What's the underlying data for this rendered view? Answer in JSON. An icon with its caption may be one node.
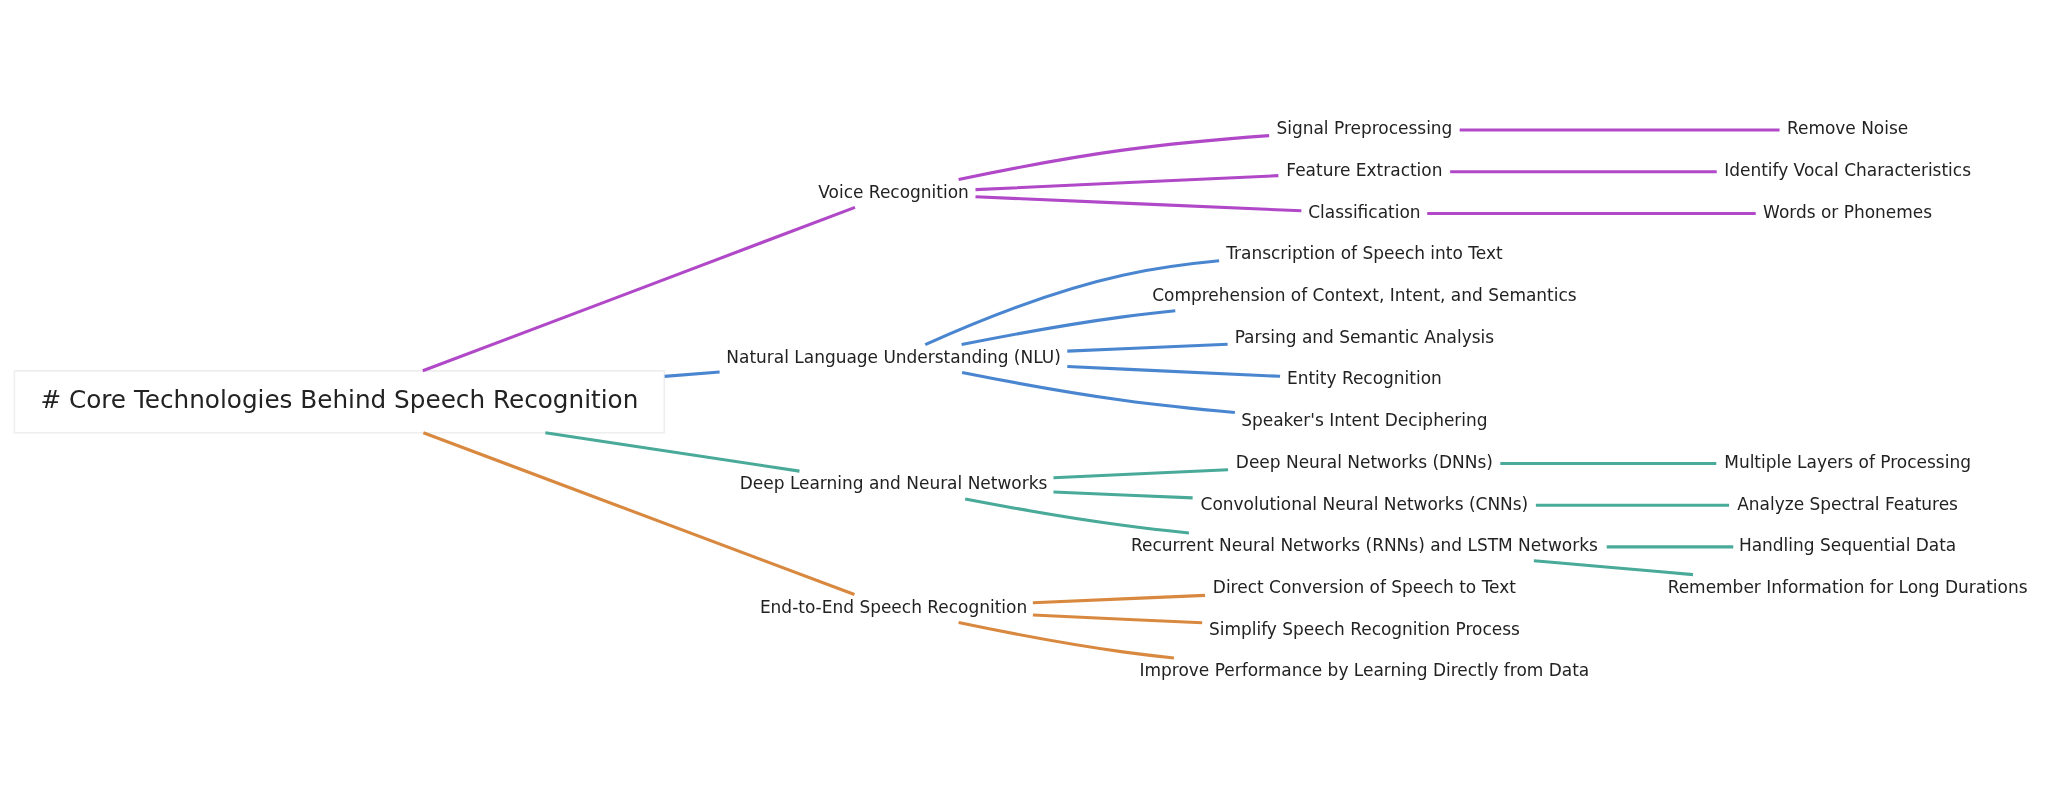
{
  "diagram": {
    "nodes": [
      {
        "text": [
          "# Core Technologies Behind Speech Recognition"
        ]
      },
      {
        "text": [
          "Voice Recognition"
        ]
      },
      {
        "text": [
          "Signal Preprocessing"
        ]
      },
      {
        "text": [
          "Remove Noise"
        ]
      },
      {
        "text": [
          "Feature Extraction"
        ]
      },
      {
        "text": [
          "Identify Vocal Characteristics"
        ]
      },
      {
        "text": [
          "Classification"
        ]
      },
      {
        "text": [
          "Words or Phonemes"
        ]
      },
      {
        "text": [
          "Natural Language Understanding (NLU)"
        ]
      },
      {
        "text": [
          "Transcription of Speech into Text"
        ]
      },
      {
        "text": [
          "Comprehension of Context, Intent, and Semantics"
        ]
      },
      {
        "text": [
          "Parsing and Semantic Analysis"
        ]
      },
      {
        "text": [
          "Entity Recognition"
        ]
      },
      {
        "text": [
          "Speaker's Intent Deciphering"
        ]
      },
      {
        "text": [
          "Deep Learning and Neural Networks"
        ]
      },
      {
        "text": [
          "Deep Neural Networks (DNNs)"
        ]
      },
      {
        "text": [
          "Multiple Layers of Processing"
        ]
      },
      {
        "text": [
          "Convolutional Neural Networks (CNNs)"
        ]
      },
      {
        "text": [
          "Analyze Spectral Features"
        ]
      },
      {
        "text": [
          "Recurrent Neural Networks (RNNs) and LSTM Networks"
        ]
      },
      {
        "text": [
          "Handling Sequential Data"
        ]
      },
      {
        "text": [
          "Remember Information for Long Durations"
        ]
      },
      {
        "text": [
          "End-to-End Speech Recognition"
        ]
      },
      {
        "text": [
          "Direct Conversion of Speech to Text"
        ]
      },
      {
        "text": [
          "Simplify Speech Recognition Process"
        ]
      },
      {
        "text": [
          "Improve Performance by Learning Directly from Data"
        ]
      }
    ],
    "edges": [
      {
        "from": 0,
        "to": 1,
        "arrow": "none",
        "color": "#b048c8"
      },
      {
        "from": 1,
        "to": 2,
        "arrow": "none",
        "color": "#b048c8"
      },
      {
        "from": 2,
        "to": 3,
        "arrow": "none",
        "color": "#b048c8"
      },
      {
        "from": 1,
        "to": 4,
        "arrow": "none",
        "color": "#b048c8"
      },
      {
        "from": 4,
        "to": 5,
        "arrow": "none",
        "color": "#b048c8"
      },
      {
        "from": 1,
        "to": 6,
        "arrow": "none",
        "color": "#b048c8"
      },
      {
        "from": 6,
        "to": 7,
        "arrow": "none",
        "color": "#b048c8"
      },
      {
        "from": 0,
        "to": 8,
        "arrow": "none",
        "color": "#4a86d0"
      },
      {
        "from": 8,
        "to": 9,
        "arrow": "none",
        "color": "#4a86d0"
      },
      {
        "from": 8,
        "to": 10,
        "arrow": "none",
        "color": "#4a86d0"
      },
      {
        "from": 8,
        "to": 11,
        "arrow": "none",
        "color": "#4a86d0"
      },
      {
        "from": 8,
        "to": 12,
        "arrow": "none",
        "color": "#4a86d0"
      },
      {
        "from": 8,
        "to": 13,
        "arrow": "none",
        "color": "#4a86d0"
      },
      {
        "from": 0,
        "to": 14,
        "arrow": "none",
        "color": "#4aaa9a"
      },
      {
        "from": 14,
        "to": 15,
        "arrow": "none",
        "color": "#4aaa9a"
      },
      {
        "from": 15,
        "to": 16,
        "arrow": "none",
        "color": "#4aaa9a"
      },
      {
        "from": 14,
        "to": 17,
        "arrow": "none",
        "color": "#4aaa9a"
      },
      {
        "from": 17,
        "to": 18,
        "arrow": "none",
        "color": "#4aaa9a"
      },
      {
        "from": 14,
        "to": 19,
        "arrow": "none",
        "color": "#4aaa9a"
      },
      {
        "from": 19,
        "to": 20,
        "arrow": "none",
        "color": "#4aaa9a"
      },
      {
        "from": 19,
        "to": 21,
        "arrow": "none",
        "color": "#4aaa9a"
      },
      {
        "from": 0,
        "to": 22,
        "arrow": "none",
        "color": "#d9893f"
      },
      {
        "from": 22,
        "to": 23,
        "arrow": "none",
        "color": "#d9893f"
      },
      {
        "from": 22,
        "to": 24,
        "arrow": "none",
        "color": "#d9893f"
      },
      {
        "from": 22,
        "to": 25,
        "arrow": "none",
        "color": "#d9893f"
      }
    ]
  }
}
